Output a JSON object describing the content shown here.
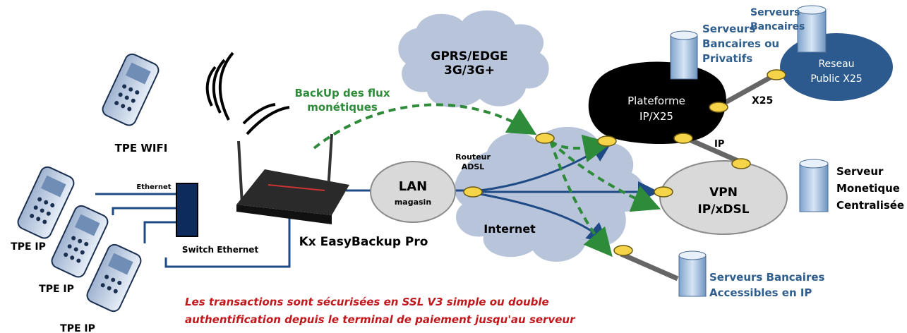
{
  "labels": {
    "gprs_line1": "GPRS/EDGE",
    "gprs_line2": "3G/3G+",
    "backup_line1": "BackUp des flux",
    "backup_line2": "monétiques",
    "tpe_wifi": "TPE WIFI",
    "ethernet": "Ethernet",
    "switch": "Switch Ethernet",
    "tpe_ip_1": "TPE IP",
    "tpe_ip_2": "TPE IP",
    "tpe_ip_3": "TPE IP",
    "kx": "Kx EasyBackup Pro",
    "lan_title": "LAN",
    "lan_sub": "magasin",
    "routeur_line1": "Routeur",
    "routeur_line2": "ADSL",
    "internet": "Internet",
    "plateforme_line1": "Plateforme",
    "plateforme_line2": "IP/X25",
    "srv_bancaires_privatifs_1": "Serveurs",
    "srv_bancaires_privatifs_2": "Bancaires ou",
    "srv_bancaires_privatifs_3": "Privatifs",
    "srv_bancaires_top_1": "Serveurs",
    "srv_bancaires_top_2": "Bancaires",
    "x25_network_1": "Reseau",
    "x25_network_2": "Public X25",
    "x25_link": "X25",
    "ip_link": "IP",
    "vpn_title": "VPN",
    "vpn_sub": "IP/xDSL",
    "srv_monetique_1": "Serveur",
    "srv_monetique_2": "Monetique",
    "srv_monetique_3": "Centralisée",
    "srv_ip_1": "Serveurs Bancaires",
    "srv_ip_2": "Accessibles en IP",
    "footer_1": "Les transactions sont sécurisées en SSL V3 simple ou double",
    "footer_2": "authentification depuis le terminal de paiement jusqu'au serveur"
  },
  "colors": {
    "cloud": "#b8c4da",
    "link_blue": "#1e4a86",
    "backup_green": "#2e8b3a",
    "router": "#f5d44a",
    "platform": "#000000",
    "x25_cloud": "#2c5a8e",
    "ellipse_grey": "#d9d9d9",
    "footer_red": "#c0181d"
  },
  "icons": [
    "router-icon",
    "database-icon",
    "payment-terminal-icon",
    "wifi-waves-icon",
    "switch-icon",
    "adsl-modem-icon"
  ]
}
